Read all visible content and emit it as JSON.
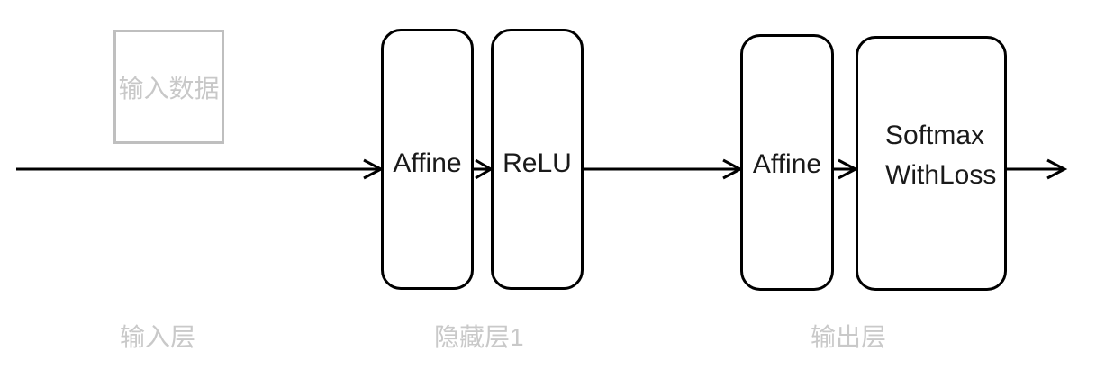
{
  "diagram": {
    "title_semantic": "neural-network-layer-diagram",
    "colors": {
      "background": "#ffffff",
      "box_border": "#000000",
      "arrow": "#000000",
      "muted_gray": "#c8c8c8",
      "input_box_border": "#bfbfbf"
    },
    "input_box": {
      "label": "输入数据"
    },
    "layers": [
      {
        "id": "affine-1",
        "label": "Affine"
      },
      {
        "id": "relu",
        "label": "ReLU"
      },
      {
        "id": "affine-2",
        "label": "Affine"
      },
      {
        "id": "softmax-with-loss",
        "label_line1": "Softmax",
        "label_line2": "WithLoss"
      }
    ],
    "group_labels": [
      {
        "id": "input-layer",
        "label": "输入层"
      },
      {
        "id": "hidden-layer",
        "label": "隐藏层1"
      },
      {
        "id": "output-layer",
        "label": "输出层"
      }
    ]
  }
}
